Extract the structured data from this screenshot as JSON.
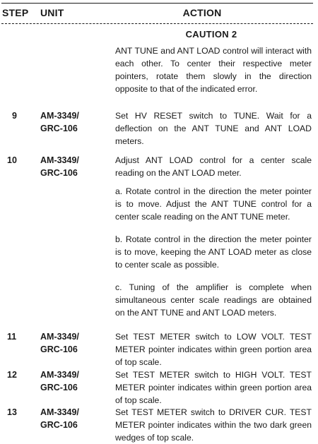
{
  "header": {
    "step": "STEP",
    "unit": "UNIT",
    "action": "ACTION"
  },
  "caution": {
    "title": "CAUTION 2",
    "text": "ANT TUNE and ANT LOAD control will interact with each other. To center their respective meter pointers, rotate them slowly in the direction opposite to that of the indicated error."
  },
  "rows": [
    {
      "step": "9",
      "unit": "AM-3349/\nGRC-106",
      "actions": [
        "Set HV RESET switch to TUNE. Wait for a deflection on the ANT TUNE and ANT LOAD meters."
      ]
    },
    {
      "step": "10",
      "unit": "AM-3349/\nGRC-106",
      "actions": [
        "Adjust ANT LOAD control for a center scale reading on the ANT LOAD meter.",
        "a. Rotate control in the direction the meter pointer is to move. Adjust the ANT TUNE control for a center scale reading on the ANT TUNE meter.",
        "b. Rotate control in the direction the meter pointer is to move, keeping the ANT LOAD meter as close to center scale as possible.",
        "c. Tuning of the amplifier is complete when simultaneous center scale readings are obtained on the ANT TUNE and ANT LOAD meters."
      ]
    },
    {
      "step": "11",
      "unit": "AM-3349/\nGRC-106",
      "actions": [
        "Set TEST METER switch to LOW VOLT. TEST METER pointer indicates within green portion area of top scale."
      ]
    },
    {
      "step": "12",
      "unit": "AM-3349/\nGRC-106",
      "actions": [
        "Set TEST METER switch to HIGH VOLT. TEST METER pointer indicates within green portion area of top scale."
      ]
    },
    {
      "step": "13",
      "unit": "AM-3349/\nGRC-106",
      "actions": [
        "Set TEST METER switch to DRIVER CUR. TEST METER pointer indicates within the two dark green wedges of top scale."
      ]
    }
  ]
}
